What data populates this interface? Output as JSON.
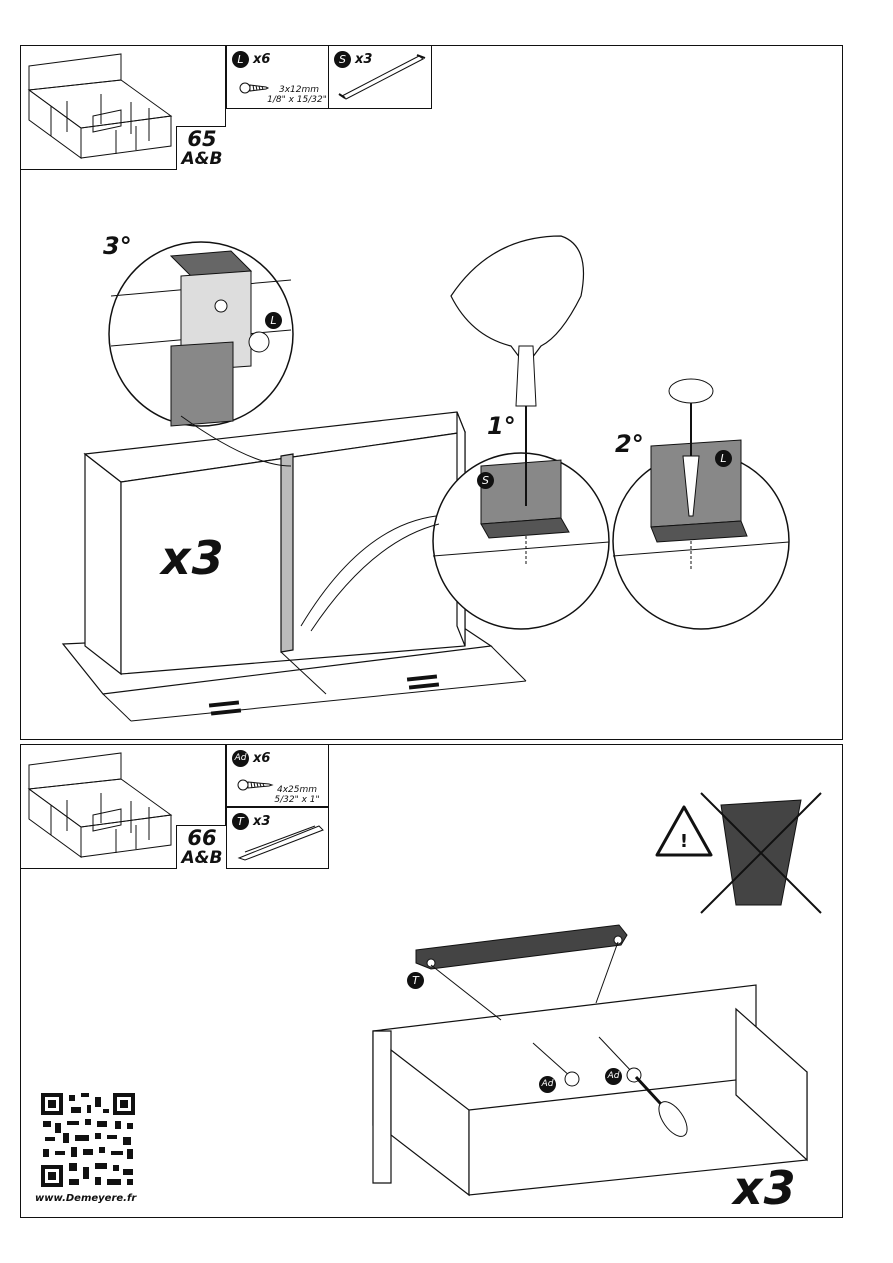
{
  "step65": {
    "number": "65",
    "suffix": "A&B",
    "parts": [
      {
        "badge": "L",
        "qty": "x6",
        "dim_metric": "3x12mm",
        "dim_imperial": "1/8\" x 15/32\"",
        "icon": "screw-icon"
      },
      {
        "badge": "S",
        "qty": "x3",
        "icon": "metal-strip-icon"
      }
    ],
    "multiplier": "x3",
    "details": [
      {
        "order": "1°",
        "badge": "S"
      },
      {
        "order": "2°",
        "badge": "L"
      },
      {
        "order": "3°",
        "badge": "L"
      }
    ]
  },
  "step66": {
    "number": "66",
    "suffix": "A&B",
    "parts": [
      {
        "badge": "Ad",
        "qty": "x6",
        "dim_metric": "4x25mm",
        "dim_imperial": "5/32\" x 1\"",
        "icon": "screw-icon"
      },
      {
        "badge": "T",
        "qty": "x3",
        "icon": "handle-icon"
      }
    ],
    "handle_badge": "T",
    "screw_badges": [
      "Ad",
      "Ad"
    ],
    "warning": "!",
    "multiplier": "x3"
  },
  "footer": {
    "url": "www.Demeyere.fr"
  }
}
